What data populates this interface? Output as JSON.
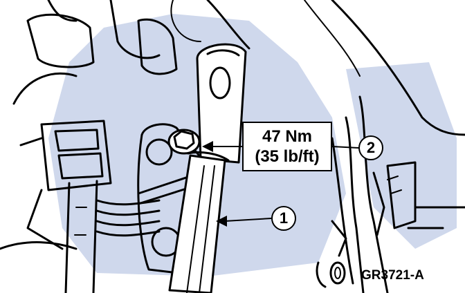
{
  "torque_spec": {
    "metric": "47 Nm",
    "imperial": "(35 lb/ft)"
  },
  "callouts": [
    {
      "number": "1"
    },
    {
      "number": "2"
    }
  ],
  "figure_reference": "GR3721-A"
}
